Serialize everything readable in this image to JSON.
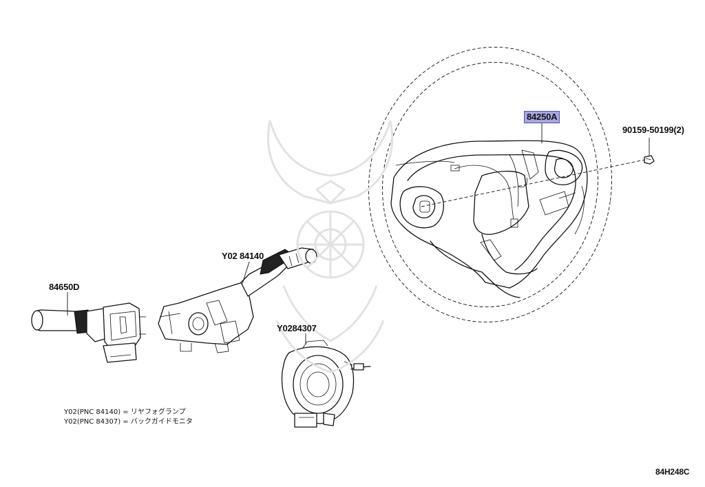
{
  "labels": {
    "steering_pad": "84250A",
    "bolt": "90159-50199(2)",
    "switch_y02": "Y02 84140",
    "switch_84650": "84650D",
    "spiral_cable": "Y0284307"
  },
  "notes": [
    {
      "code": "Y02(PNC 84140)",
      "eq": " = ",
      "desc": "リヤフォグランプ"
    },
    {
      "code": "Y02(PNC 84307)",
      "eq": " = ",
      "desc": "バックガイドモニタ"
    }
  ],
  "diagram_id": "84H248C",
  "colors": {
    "highlight": "#a9a6e0",
    "line": "#111111",
    "watermark": "#e2e2e2"
  }
}
